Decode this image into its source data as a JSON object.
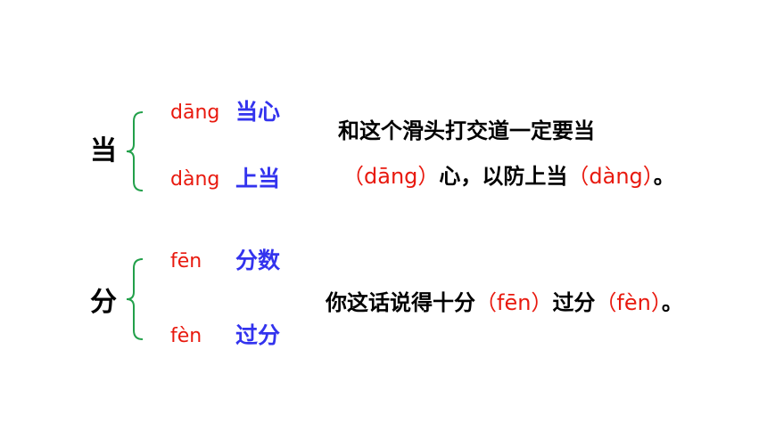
{
  "groups": [
    {
      "char": "当",
      "readings": [
        {
          "pinyin": "dāng",
          "word": "当心"
        },
        {
          "pinyin": "dàng",
          "word": "上当"
        }
      ],
      "sentence": {
        "line1": "和这个滑头打交道一定要当",
        "p1": "（dāng）",
        "t2": "心，以防上当",
        "p2": "（dàng）",
        "end": "。"
      }
    },
    {
      "char": "分",
      "readings": [
        {
          "pinyin": "fēn",
          "word": "分数"
        },
        {
          "pinyin": "fèn",
          "word": "过分"
        }
      ],
      "sentence": {
        "t1": "你这话说得十分",
        "p1": "（fēn）",
        "t2": "过分",
        "p2": "（fèn）",
        "end": "。"
      }
    }
  ],
  "colors": {
    "pinyin": "#e8190e",
    "word": "#3333ee",
    "brace": "#22a04a",
    "text": "#000000"
  }
}
